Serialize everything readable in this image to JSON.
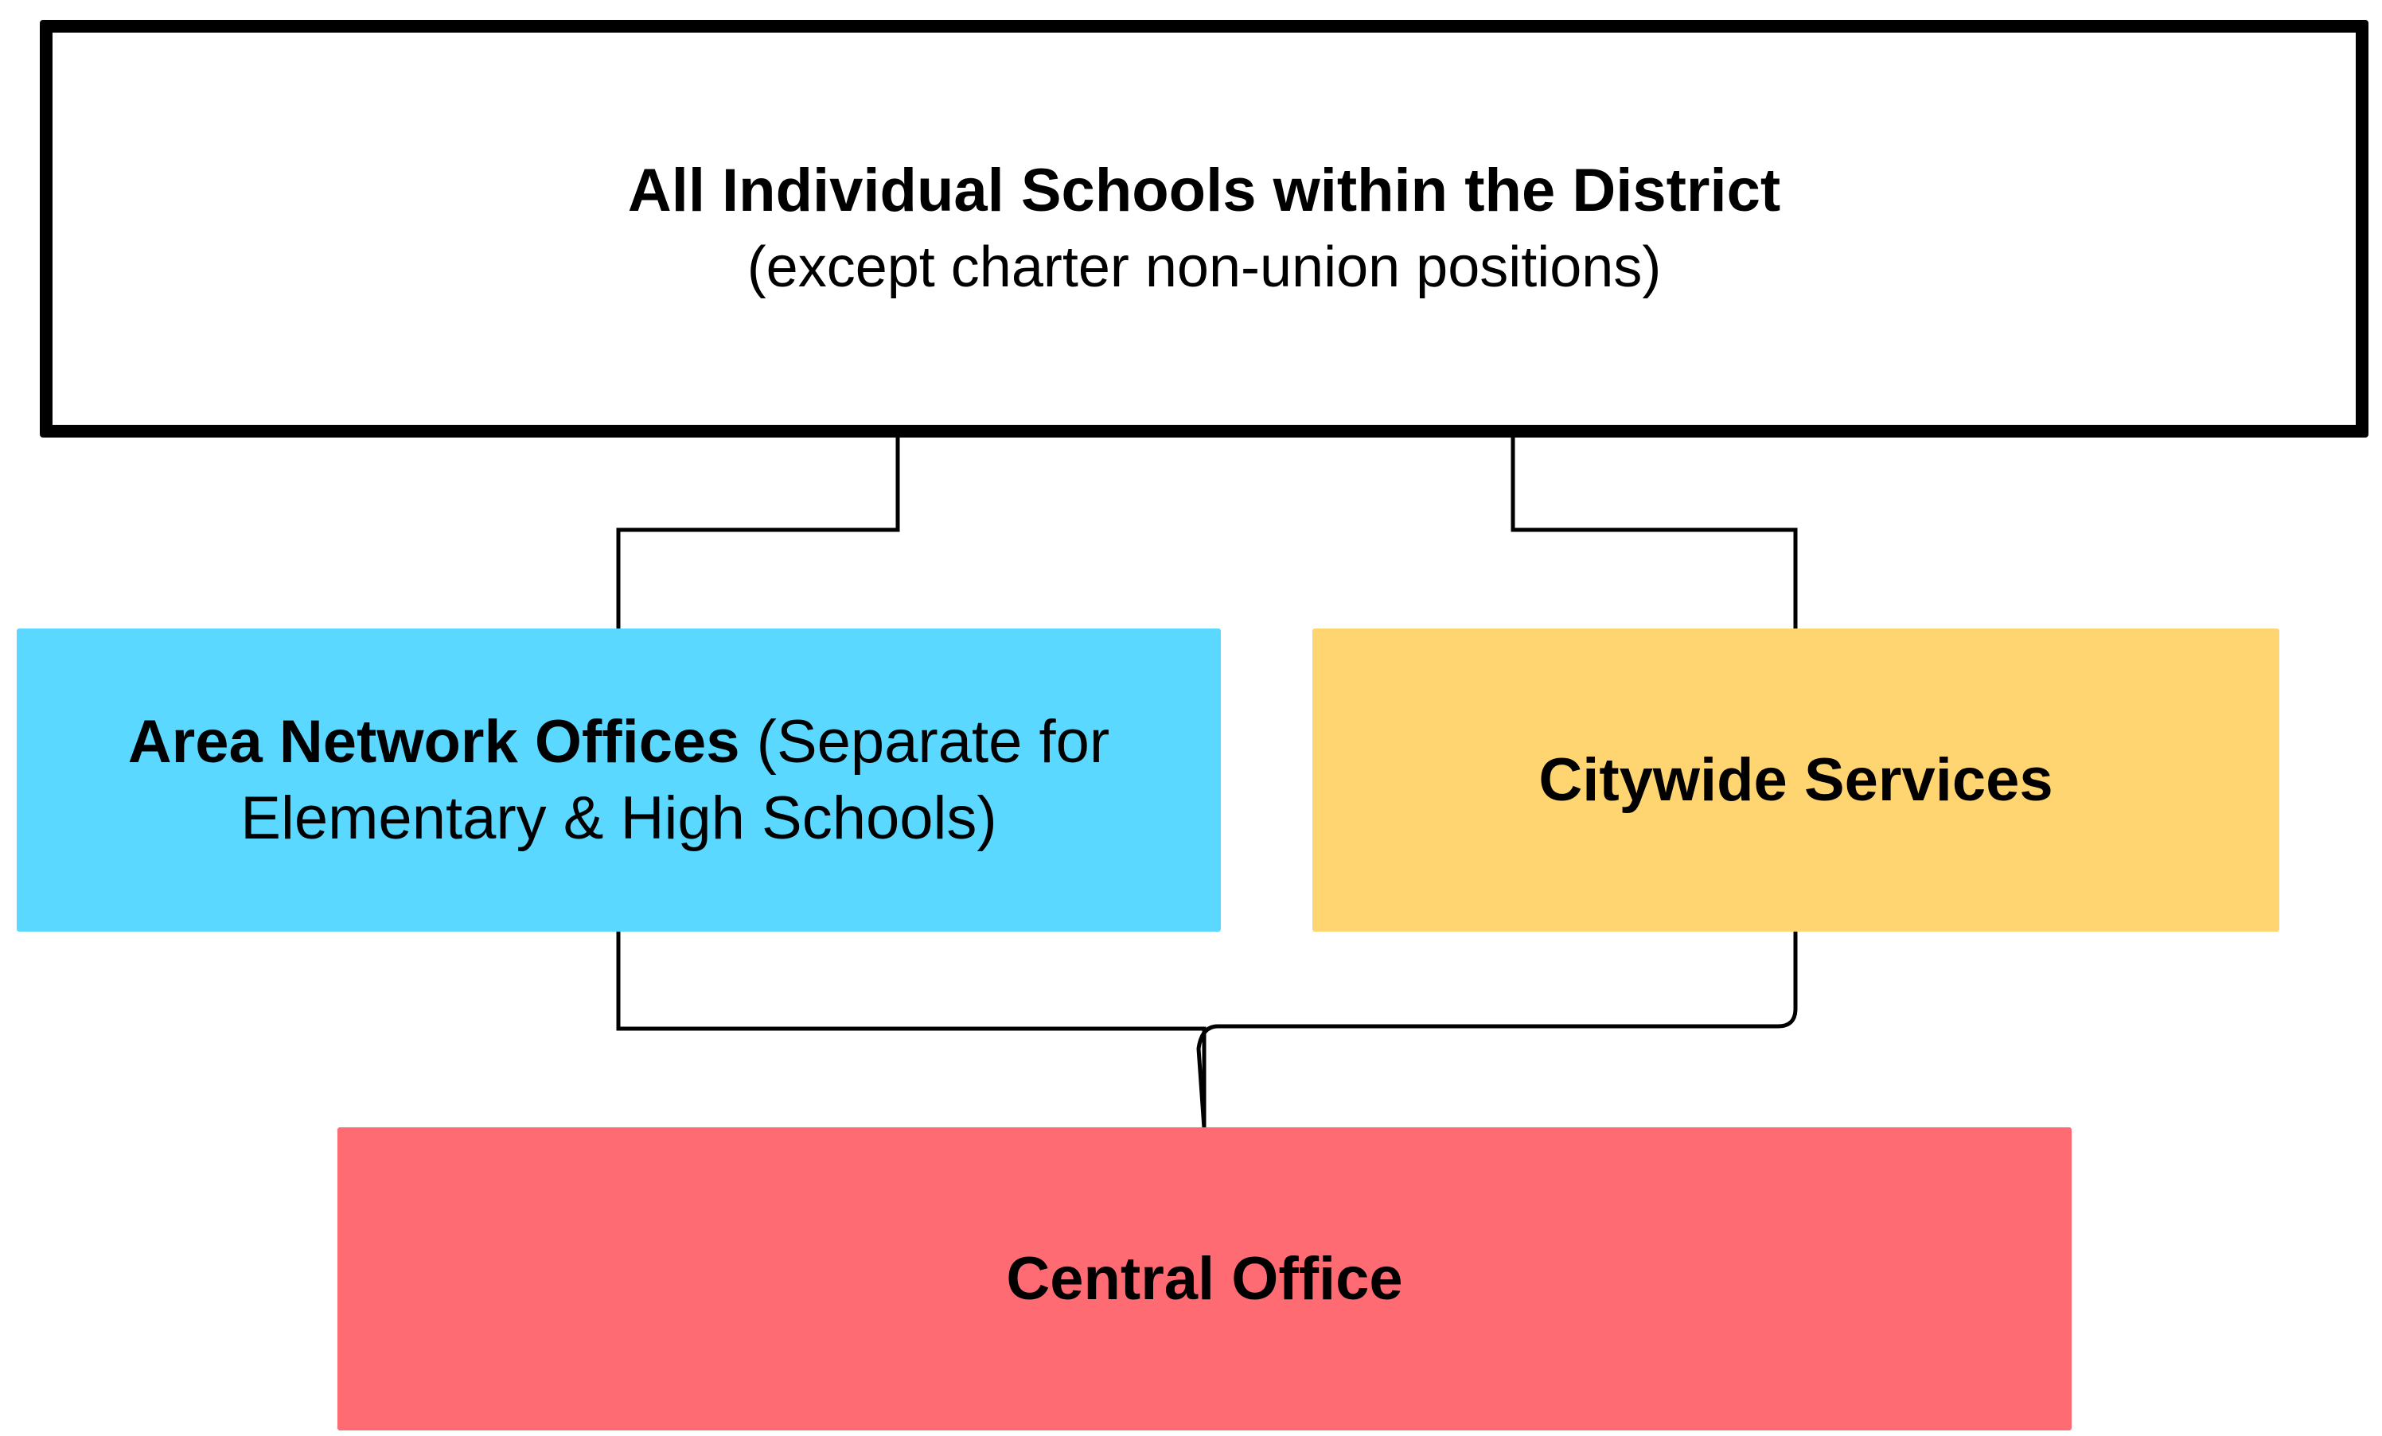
{
  "top_box": {
    "title": "All Individual Schools within the District",
    "subtitle": "(except charter non-union positions)"
  },
  "area_box": {
    "title_bold": "Area Network Offices",
    "title_rest": " (Separate for",
    "line2": "Elementary & High Schools)",
    "color": "#5ad8ff"
  },
  "city_box": {
    "title": "Citywide Services",
    "color": "#ffd572"
  },
  "central_box": {
    "title": "Central Office",
    "color": "#ff6b72"
  }
}
